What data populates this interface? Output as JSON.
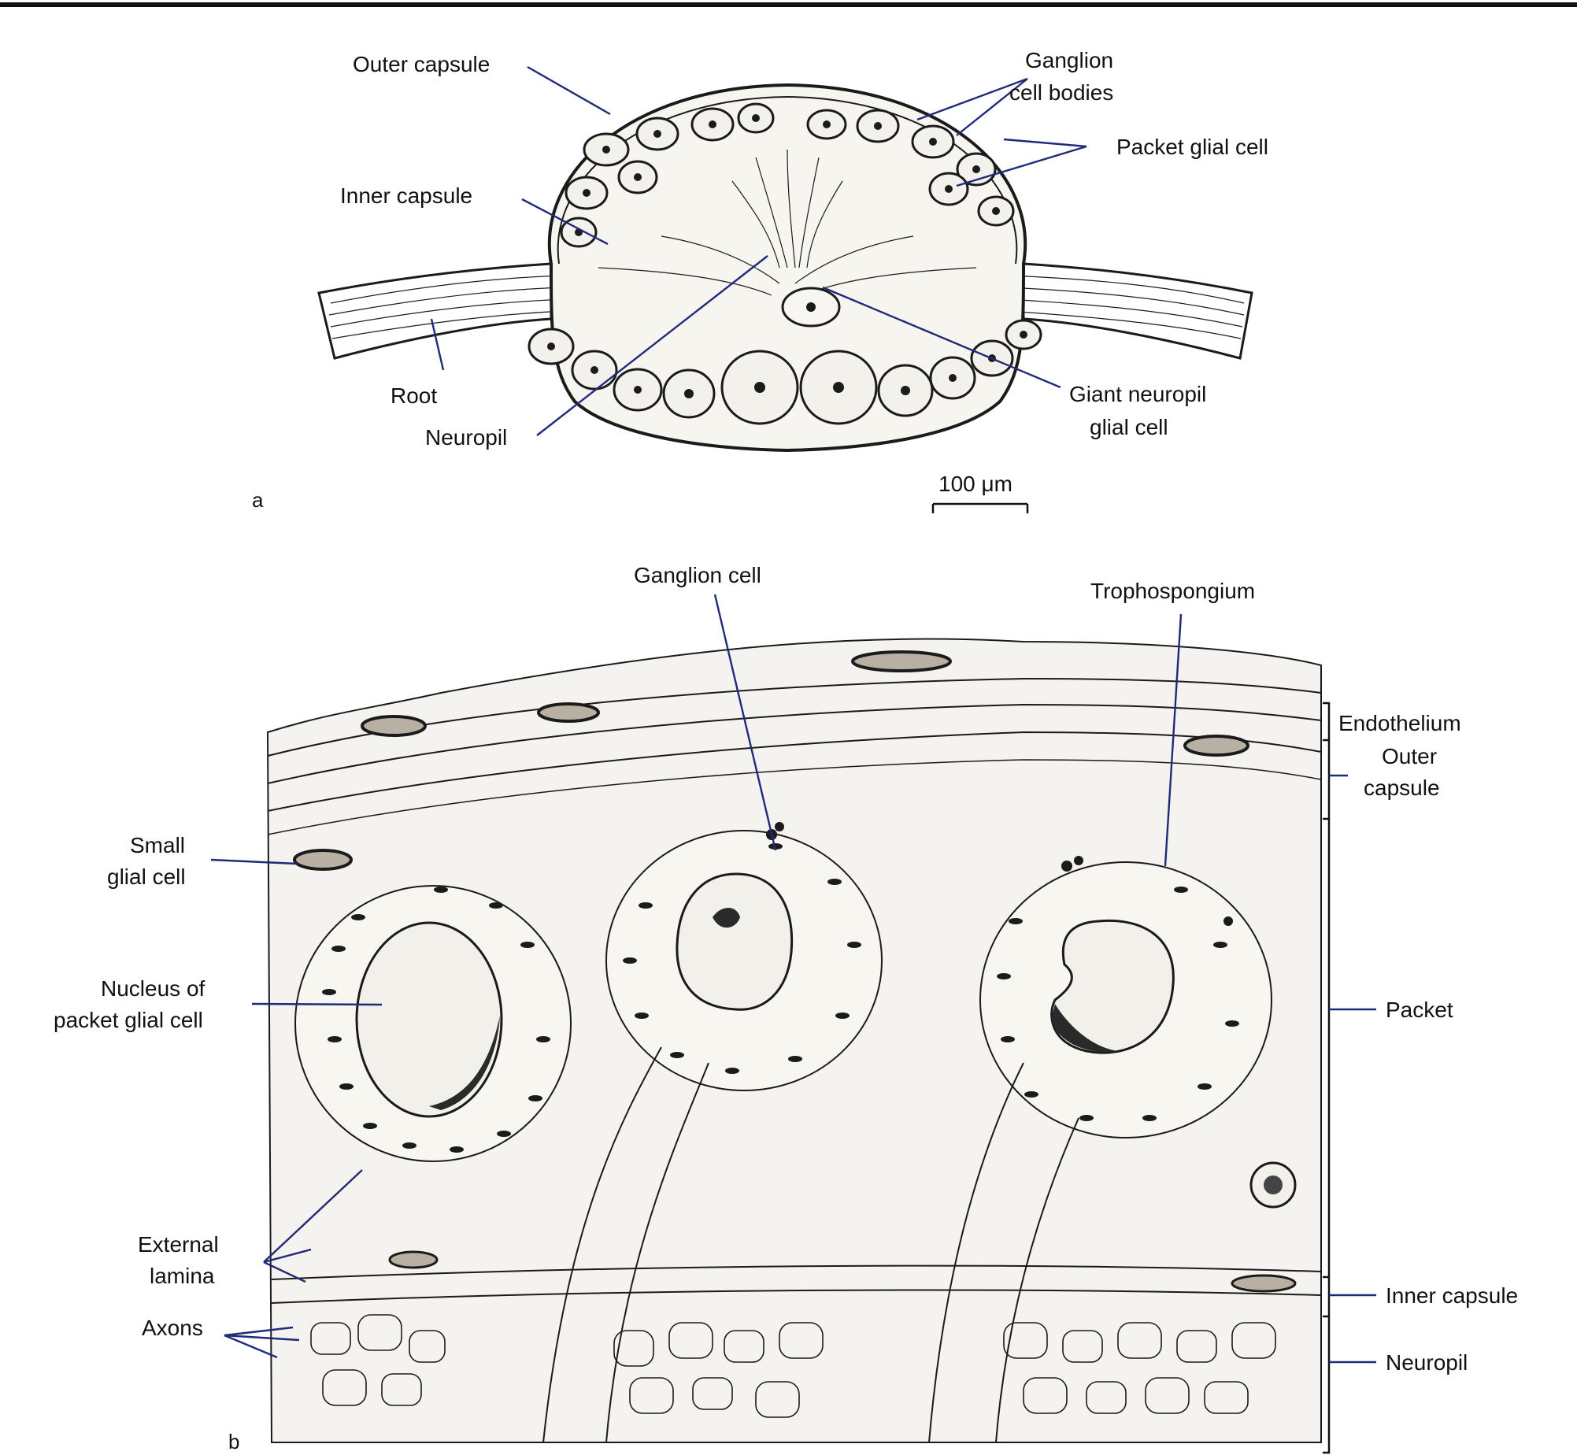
{
  "panel_a": {
    "panel_label": "a",
    "labels": {
      "outer_capsule": "Outer capsule",
      "ganglion_cell_bodies_1": "Ganglion",
      "ganglion_cell_bodies_2": "cell bodies",
      "packet_glial_cell": "Packet glial cell",
      "inner_capsule": "Inner capsule",
      "root": "Root",
      "neuropil": "Neuropil",
      "giant_neuropil_1": "Giant neuropil",
      "giant_neuropil_2": "glial cell"
    },
    "scale_bar": "100 μm"
  },
  "panel_b": {
    "panel_label": "b",
    "labels": {
      "ganglion_cell": "Ganglion cell",
      "trophospongium": "Trophospongium",
      "endothelium": "Endothelium",
      "outer_capsule_1": "Outer",
      "outer_capsule_2": "capsule",
      "small_glial_1": "Small",
      "small_glial_2": "glial cell",
      "nucleus_packet_1": "Nucleus of",
      "nucleus_packet_2": "packet glial cell",
      "packet": "Packet",
      "external_lamina_1": "External",
      "external_lamina_2": "lamina",
      "inner_capsule": "Inner capsule",
      "axons": "Axons",
      "neuropil": "Neuropil"
    }
  },
  "colors": {
    "leader_line": "#1f2a7a",
    "ink": "#1b1b1b",
    "paper": "#f3f1ec"
  }
}
